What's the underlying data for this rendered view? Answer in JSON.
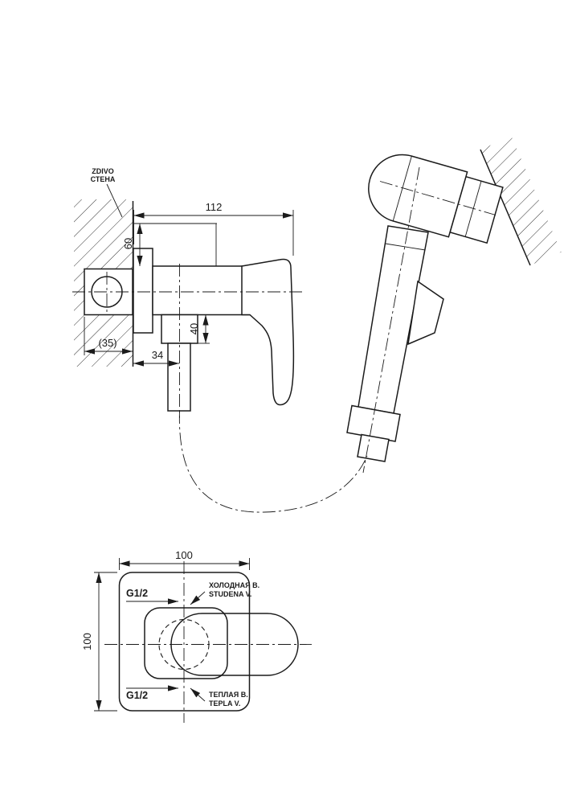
{
  "colors": {
    "line": "#1b1b1b",
    "background": "#ffffff"
  },
  "side_view": {
    "wall_label": {
      "line1": "ZDIVO",
      "line2": "СТЕНА"
    },
    "dimensions": {
      "overall_length": "112",
      "escutcheon_height": "60",
      "wall_thickness": "(35)",
      "outlet_offset": "34",
      "outlet_height": "40"
    }
  },
  "front_view": {
    "dimensions": {
      "plate_width": "100",
      "plate_height": "100"
    },
    "threads": {
      "top": "G1/2",
      "bottom": "G1/2"
    },
    "cold_label": {
      "line1": "ХОЛОДНАЯ В.",
      "line2": "STUDENA V."
    },
    "hot_label": {
      "line1": "ТЕПЛАЯ В.",
      "line2": "TEPLA V."
    }
  }
}
